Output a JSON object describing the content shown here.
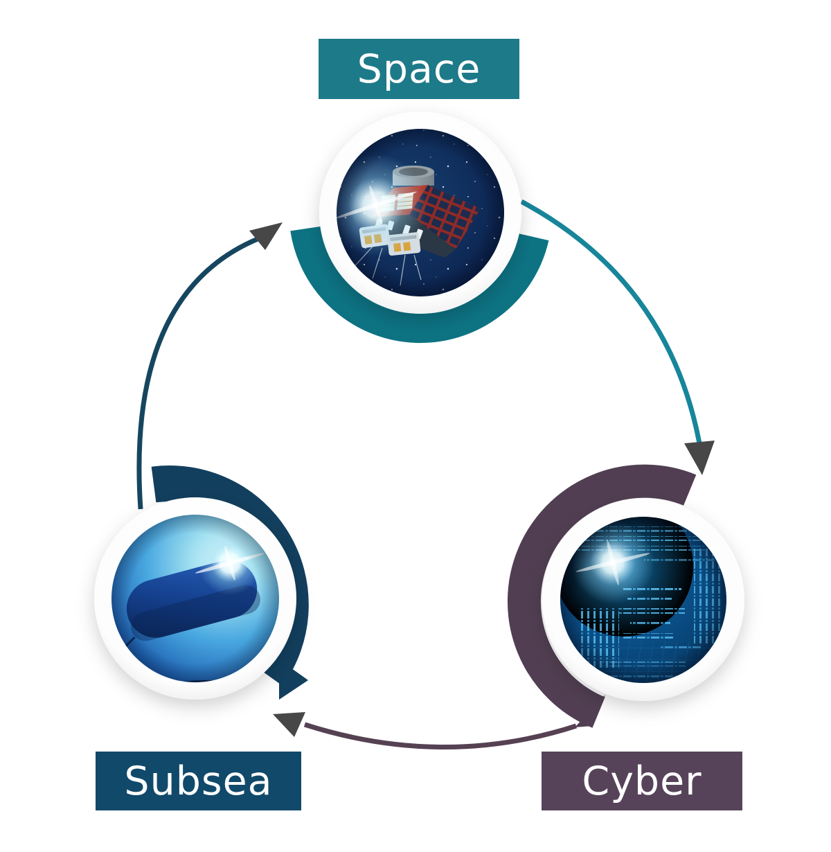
{
  "diagram": {
    "type": "cycle-diagram",
    "background": "#ffffff",
    "arrowhead_color": "#474747",
    "nodes": [
      {
        "id": "space",
        "label": "Space",
        "position": "top",
        "label_bg": "#1d7a89",
        "arc_color": "#0d7383",
        "image": "satellite-in-orbit"
      },
      {
        "id": "cyber",
        "label": "Cyber",
        "position": "bottom-right",
        "label_bg": "#564359",
        "arc_color": "#513e52",
        "image": "digital-data-stream"
      },
      {
        "id": "subsea",
        "label": "Subsea",
        "position": "bottom-left",
        "label_bg": "#11496a",
        "arc_color": "#123f5e",
        "image": "submarine-underwater"
      }
    ],
    "arrows": [
      {
        "from": "space",
        "to": "cyber",
        "color": "#17859a"
      },
      {
        "from": "cyber",
        "to": "subsea",
        "color": "#564153"
      },
      {
        "from": "subsea",
        "to": "space",
        "color": "#16465f"
      }
    ]
  }
}
